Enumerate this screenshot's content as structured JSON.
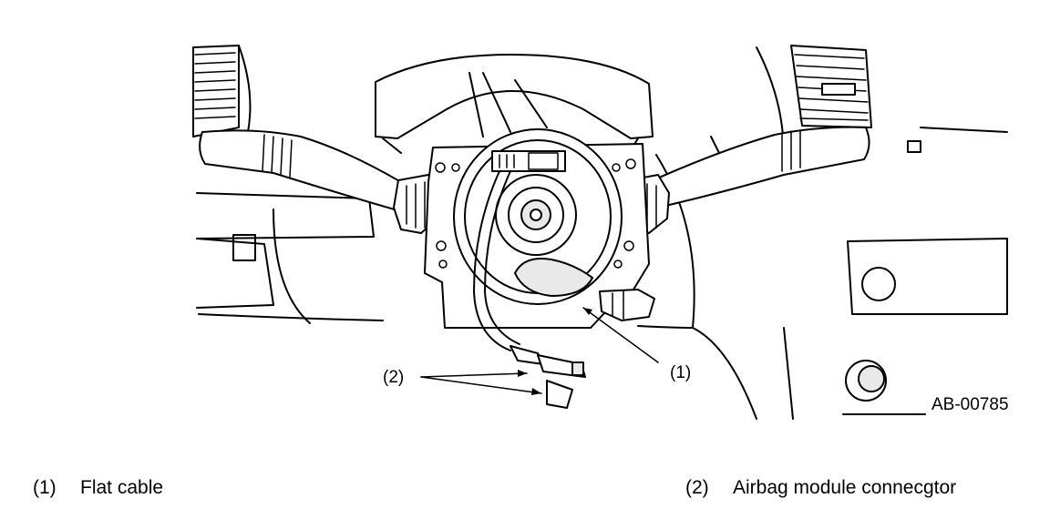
{
  "figure_code": "AB-00785",
  "callouts": {
    "flat_cable": "(1)",
    "airbag_connector": "(2)"
  },
  "legend": [
    {
      "number": "(1)",
      "label": "Flat cable"
    },
    {
      "number": "(2)",
      "label": "Airbag module connecgtor"
    }
  ]
}
